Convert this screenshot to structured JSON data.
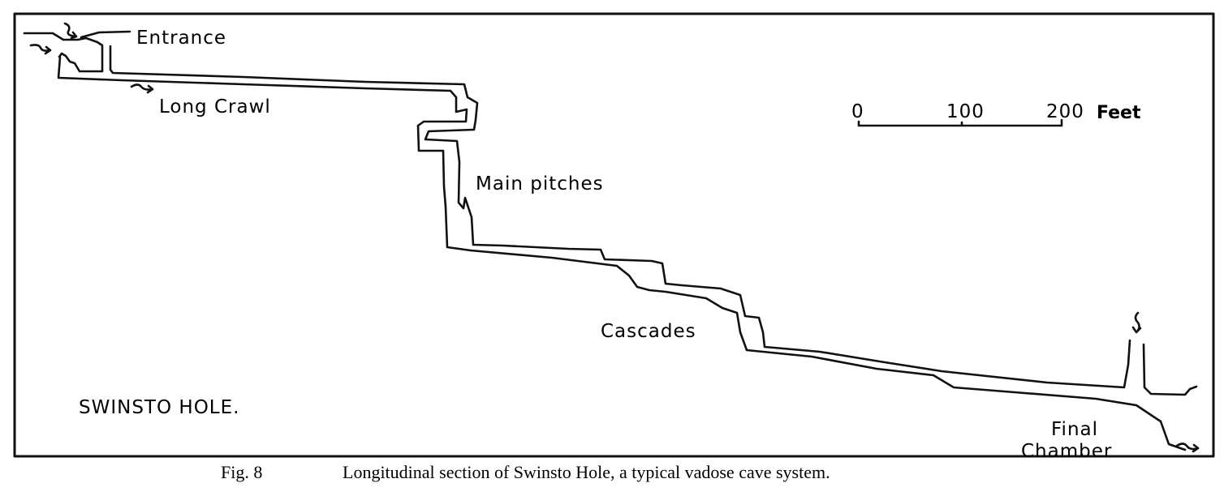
{
  "diagram": {
    "title": "SWINSTO HOLE.",
    "labels": {
      "entrance": "Entrance",
      "long_crawl": "Long Crawl",
      "main_pitches": "Main pitches",
      "cascades": "Cascades",
      "final_chamber_line1": "Final",
      "final_chamber_line2": "Chamber"
    },
    "scale": {
      "ticks": [
        "0",
        "100",
        "200"
      ],
      "unit": "Feet"
    }
  },
  "caption": {
    "figure": "Fig. 8",
    "text": "Longitudinal section of Swinsto Hole, a typical vadose cave system."
  },
  "colors": {
    "ink": "#111111",
    "paper": "#ffffff"
  }
}
